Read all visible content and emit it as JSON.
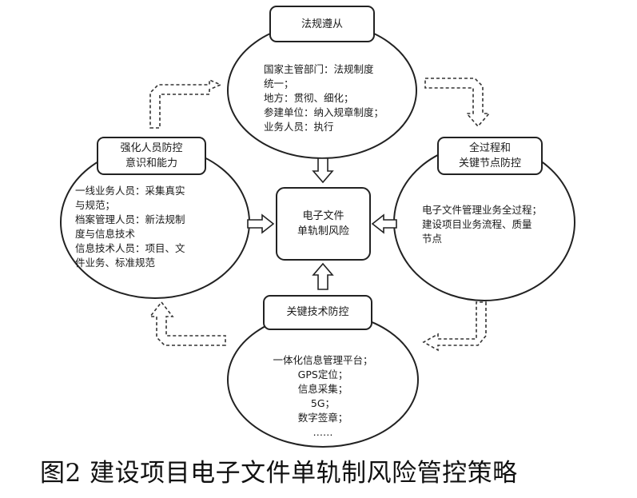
{
  "top": {
    "box": "法规遵从",
    "lines": [
      "国家主管部门：法规制度",
      "统一；",
      "地方：贯彻、细化；",
      "参建单位：纳入规章制度；",
      "业务人员：执行"
    ]
  },
  "right": {
    "box_lines": [
      "全过程和",
      "关键节点防控"
    ],
    "lines": [
      "电子文件管理业务全过程；",
      "建设项目业务流程、质量",
      "节点"
    ]
  },
  "bottom": {
    "box": "关键技术防控",
    "lines": [
      "一体化信息管理平台；",
      "GPS定位；",
      "信息采集；",
      "5G；",
      "数字签章；",
      "……"
    ]
  },
  "left": {
    "box_lines": [
      "强化人员防控",
      "意识和能力"
    ],
    "lines": [
      "一线业务人员：采集真实",
      "与规范；",
      "档案管理人员：新法规制",
      "度与信息技术",
      "信息技术人员：项目、文",
      "件业务、标准规范"
    ]
  },
  "center": {
    "lines": [
      "电子文件",
      "单轨制风险"
    ]
  },
  "caption": "图2 建设项目电子文件单轨制风险管控策略"
}
